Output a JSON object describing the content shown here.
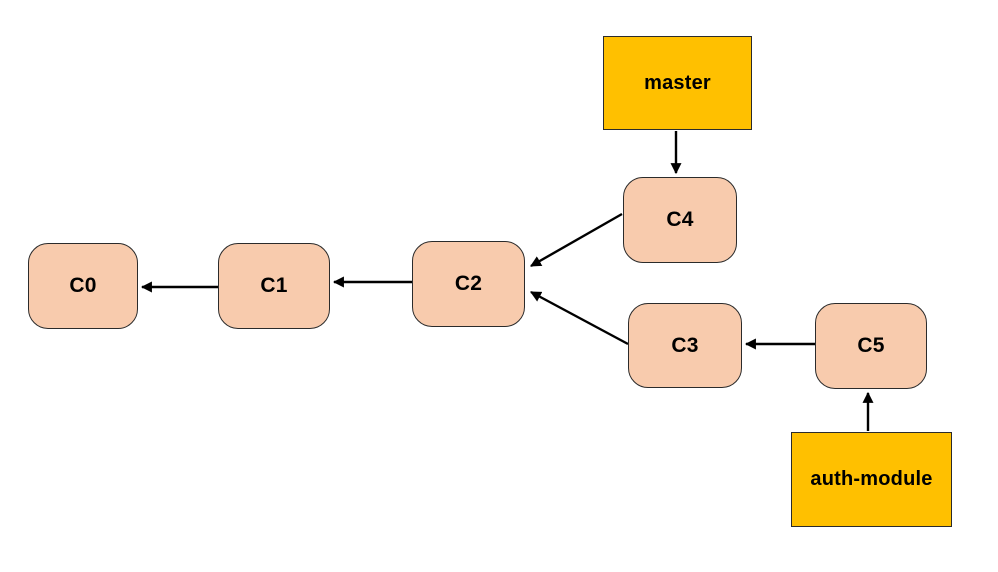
{
  "colors": {
    "background": "#FFFFFF",
    "branch_fill": "#FFC000",
    "commit_fill": "#F8CBAD",
    "outline": "#2B2B2B",
    "arrow": "#000000"
  },
  "nodes": {
    "c0": {
      "label": "C0"
    },
    "c1": {
      "label": "C1"
    },
    "c2": {
      "label": "C2"
    },
    "c3": {
      "label": "C3"
    },
    "c4": {
      "label": "C4"
    },
    "c5": {
      "label": "C5"
    }
  },
  "branches": {
    "master": {
      "label": "master"
    },
    "auth_module": {
      "label": "auth-module"
    }
  },
  "edges": [
    {
      "from": "master",
      "to": "C4"
    },
    {
      "from": "C4",
      "to": "C2"
    },
    {
      "from": "C2",
      "to": "C1"
    },
    {
      "from": "C1",
      "to": "C0"
    },
    {
      "from": "C3",
      "to": "C2"
    },
    {
      "from": "C5",
      "to": "C3"
    },
    {
      "from": "auth-module",
      "to": "C5"
    }
  ]
}
